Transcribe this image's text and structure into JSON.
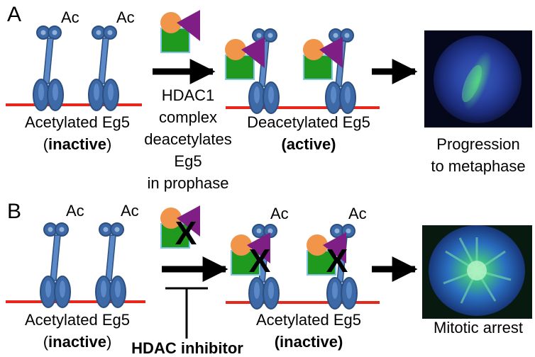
{
  "panel_a": {
    "label": "A",
    "ac": "Ac",
    "left_caption": "Acetylated Eg5",
    "left_state": "inactive",
    "process_lines": [
      "HDAC1",
      "complex",
      "deacetylates",
      "Eg5",
      "in prophase"
    ],
    "middle_caption": "Deacetylated Eg5",
    "middle_state": "(active)",
    "result_lines": [
      "Progression",
      "to metaphase"
    ]
  },
  "panel_b": {
    "label": "B",
    "ac": "Ac",
    "left_caption": "Acetylated Eg5",
    "left_state": "inactive",
    "inhibitor": "HDAC inhibitor",
    "middle_caption": "Acetylated Eg5",
    "middle_state": "(inactive)",
    "result": "Mitotic arrest",
    "x_mark": "X"
  },
  "colors": {
    "motor": "#3d6aa6",
    "motor_edge": "#2b4f80",
    "microtubule": "#e8261c",
    "hdac_orange": "#f0954a",
    "hdac_purple": "#7f1f86",
    "hdac_green": "#1f9a1f",
    "hdac_green_edge": "#7fc3e6"
  }
}
